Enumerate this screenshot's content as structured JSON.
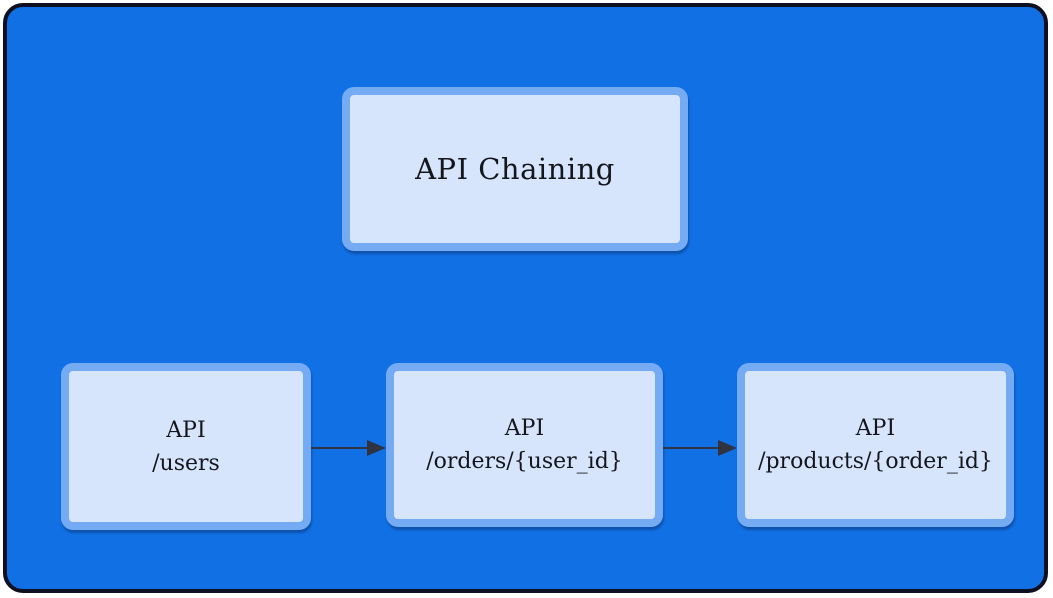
{
  "diagram": {
    "title": "API Chaining",
    "nodes": [
      {
        "id": "users",
        "label": "API",
        "path": "/users"
      },
      {
        "id": "orders",
        "label": "API",
        "path": "/orders/{user_id}"
      },
      {
        "id": "products",
        "label": "API",
        "path": "/products/{order_id}"
      }
    ],
    "connectors": [
      {
        "from": "users",
        "to": "orders",
        "icon": "arrow-right-icon"
      },
      {
        "from": "orders",
        "to": "products",
        "icon": "arrow-right-icon"
      }
    ],
    "colors": {
      "page_margin": "#ffffff",
      "frame_border": "#0d1020",
      "canvas_background": "#1170e4",
      "node_border": "#74abf3",
      "node_fill": "#d6e5fc",
      "text": "#14161c",
      "arrow": "#2f3440"
    }
  }
}
